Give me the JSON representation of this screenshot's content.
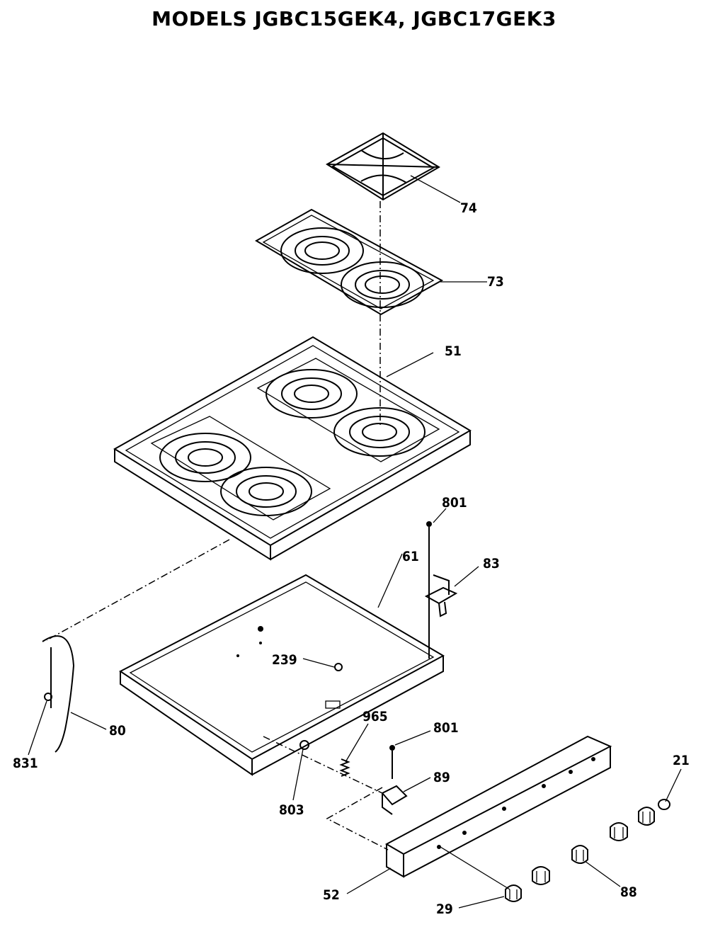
{
  "title": "MODELS JGBC15GEK4, JGBC17GEK3",
  "callouts": {
    "c74": "74",
    "c73": "73",
    "c51": "51",
    "c801a": "801",
    "c61": "61",
    "c83": "83",
    "c239": "239",
    "c965": "965",
    "c801b": "801",
    "c80": "80",
    "c831": "831",
    "c21": "21",
    "c89": "89",
    "c803": "803",
    "c52": "52",
    "c29": "29",
    "c88": "88"
  }
}
